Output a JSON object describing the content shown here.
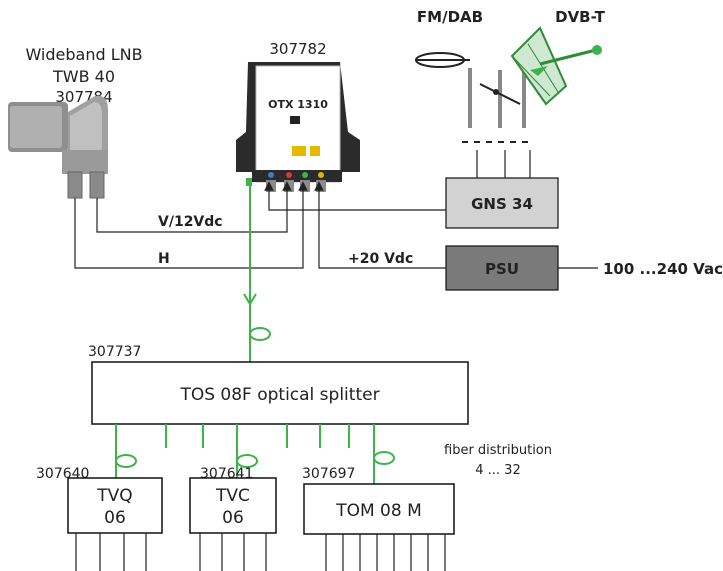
{
  "labels": {
    "lnb_title_1": "Wideband LNB",
    "lnb_title_2": "TWB 40",
    "lnb_code": "307784",
    "otx_code": "307782",
    "otx_label": "OTX 1310",
    "fm_dab": "FM/DAB",
    "dvbt": "DVB-T",
    "gns": "GNS 34",
    "psu": "PSU",
    "mains": "100 ...240 Vac",
    "v12": "V/12Vdc",
    "h": "H",
    "plus20": "+20 Vdc",
    "splitter_code": "307737",
    "splitter": "TOS 08F optical splitter",
    "fiber_1": "fiber distribution",
    "fiber_2": "4 ... 32",
    "tvq_code": "307640",
    "tvq_1": "TVQ",
    "tvq_2": "06",
    "tvc_code": "307641",
    "tvc_1": "TVC",
    "tvc_2": "06",
    "tom_code": "307697",
    "tom": "TOM 08 M"
  },
  "colors": {
    "fiber": "#3cb44b",
    "gns_fill": "#d2d2d2",
    "psu_fill": "#7a7a7a",
    "lnb_body": "#9a9a9a",
    "otx_body": "#2b2b2b"
  }
}
